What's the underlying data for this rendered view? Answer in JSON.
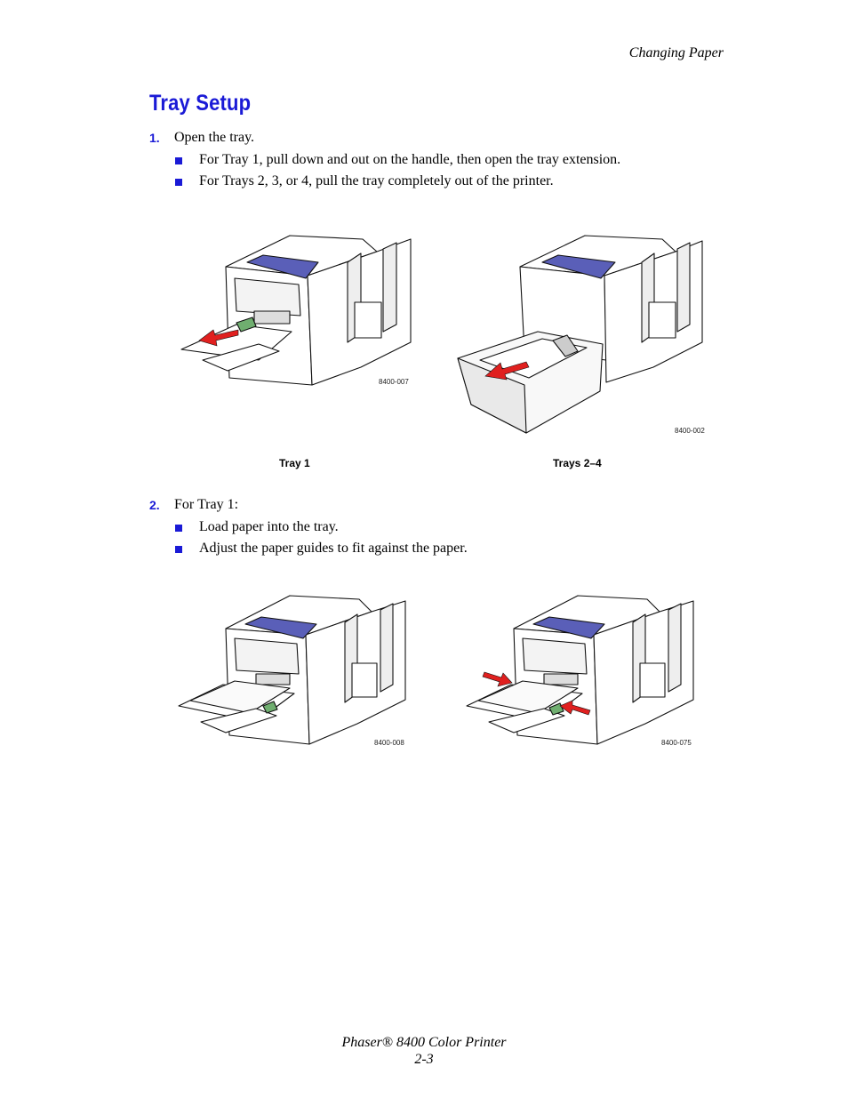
{
  "header": {
    "section": "Changing Paper"
  },
  "title": "Tray Setup",
  "steps": [
    {
      "number": "1.",
      "text": "Open the tray.",
      "bullets": [
        "For Tray 1, pull down and out on the handle, then open the tray extension.",
        "For Trays 2, 3, or 4, pull the tray completely out of the printer."
      ]
    },
    {
      "number": "2.",
      "text": "For Tray 1:",
      "bullets": [
        "Load paper into the tray.",
        "Adjust the paper guides to fit against the paper."
      ]
    }
  ],
  "figures": {
    "tray1_open": {
      "part_number": "8400-007",
      "caption": "Tray 1"
    },
    "trays2_4_open": {
      "part_number": "8400-002",
      "caption": "Trays 2–4"
    },
    "tray1_load": {
      "part_number": "8400-008"
    },
    "tray1_guides": {
      "part_number": "8400-075"
    }
  },
  "footer": {
    "product": "Phaser® 8400 Color Printer",
    "page": "2-3"
  },
  "colors": {
    "accent_blue": "#1a1ad6",
    "arrow_red": "#e0201f",
    "panel_blue": "#5a5fb8"
  }
}
